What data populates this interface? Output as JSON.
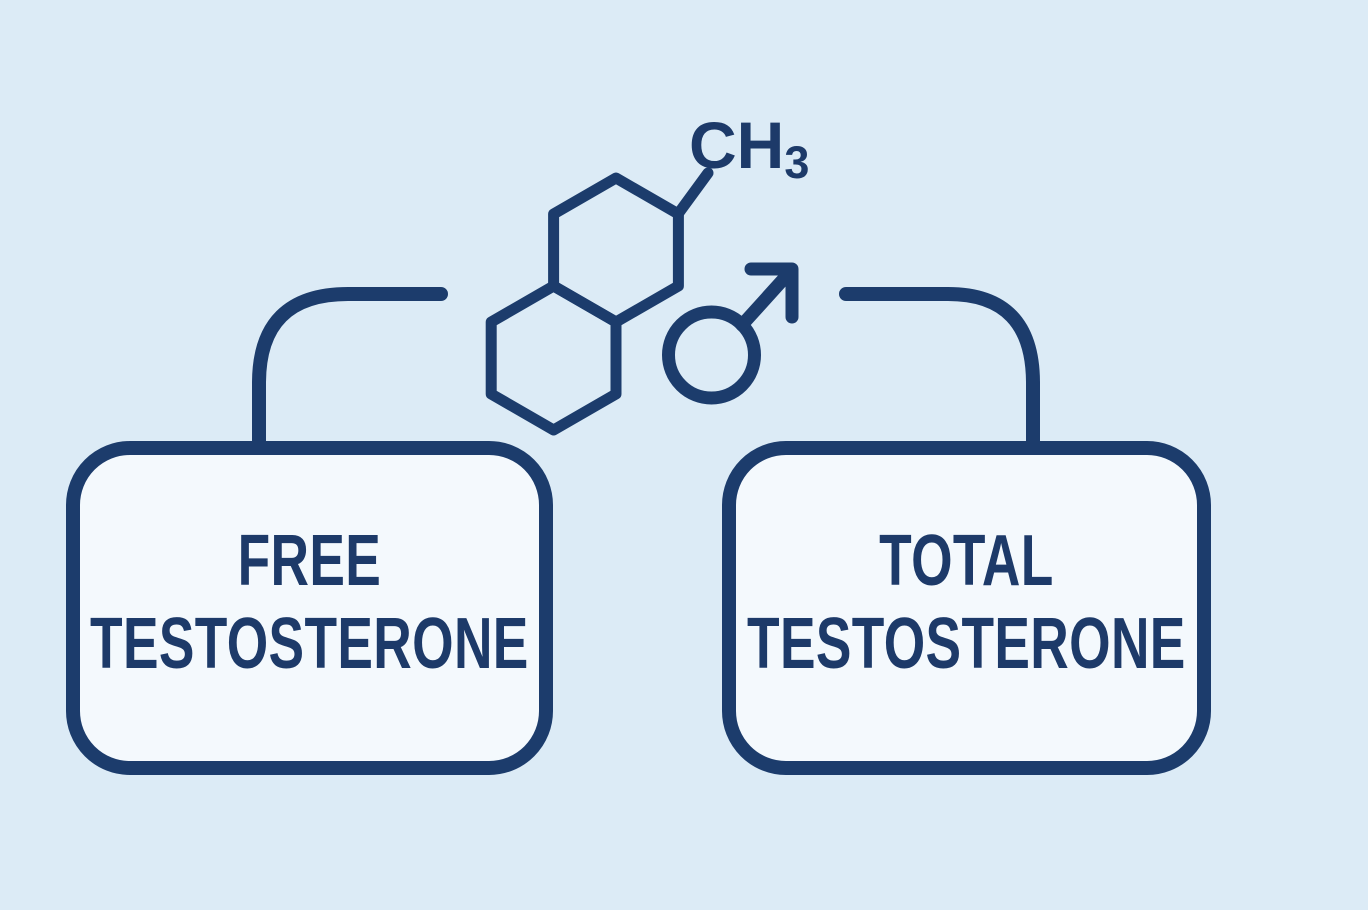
{
  "diagram": {
    "molecule": {
      "methyl_label": "CH",
      "methyl_subscript": "3"
    },
    "boxes": [
      {
        "id": "free-testosterone",
        "line1": "FREE",
        "line2": "TESTOSTERONE"
      },
      {
        "id": "total-testosterone",
        "line1": "TOTAL",
        "line2": "TESTOSTERONE"
      }
    ],
    "icons": {
      "molecule": "steroid-molecule-icon",
      "male": "male-symbol-icon"
    },
    "colors": {
      "background": "#dcebf6",
      "box_fill": "#f4f9fd",
      "navy": "#1c3c6c",
      "text": "#1d3a69"
    }
  }
}
